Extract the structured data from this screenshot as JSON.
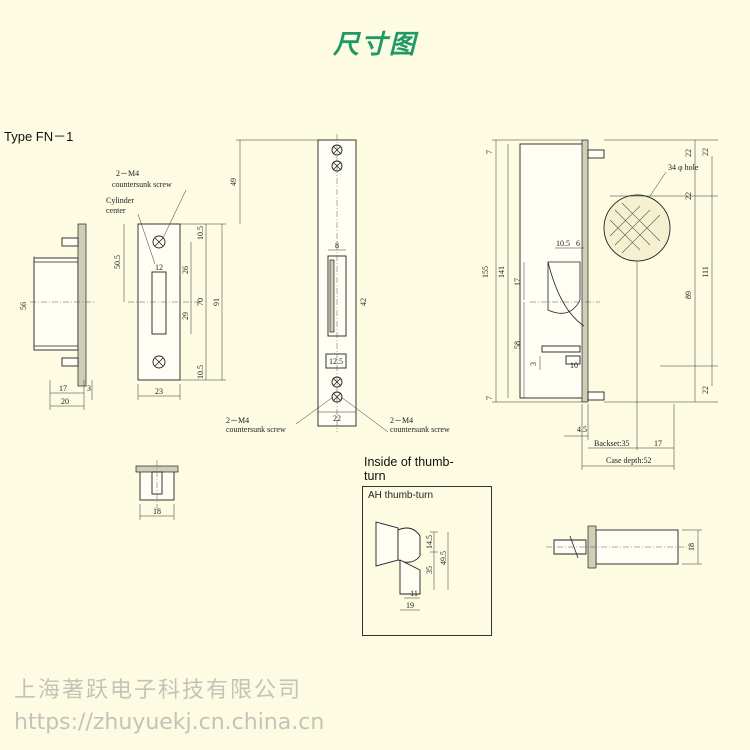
{
  "title": "尺寸图",
  "type_label": "Type FN－1",
  "annotations": {
    "m4_top": "2－M4",
    "m4_top_sub": "countersunk screw",
    "cylinder": "Cylinder",
    "cylinder_sub": "center",
    "m4_bl": "2－M4",
    "m4_bl_sub": "countersunk screw",
    "m4_br": "2－M4",
    "m4_br_sub": "countersunk screw",
    "hole": "34 φ hole",
    "backset": "Backset:35",
    "case_depth": "Case depth:52"
  },
  "inside": {
    "heading_line1": "Inside of thumb-",
    "heading_line2": "turn",
    "box_label": "AH thumb-turn"
  },
  "dims": {
    "d56": "56",
    "d17a": "17",
    "d3": "3",
    "d20": "20",
    "d50_5": "50.5",
    "d12": "12",
    "d26": "26",
    "d29": "29",
    "d70": "70",
    "d10_5a": "10.5",
    "d10_5b": "10.5",
    "d91": "91",
    "d49": "49",
    "d23": "23",
    "d8": "8",
    "d42": "42",
    "d12_5": "12.5",
    "d22a": "22",
    "d7a": "7",
    "d7b": "7",
    "d155": "155",
    "d141": "141",
    "d17b": "17",
    "d58": "58",
    "d3b": "3",
    "d10": "10",
    "d10_5c": "10.5",
    "d6": "6",
    "d22b": "22",
    "d22c": "22",
    "d89": "89",
    "d111": "111",
    "d22d": "22",
    "d22e": "22",
    "d4_5": "4.5",
    "d17c": "17",
    "d18a": "18",
    "d18b": "18",
    "d14_5": "14.5",
    "d35": "35",
    "d49_5": "49.5",
    "d11": "11",
    "d19": "19"
  },
  "watermark": {
    "company": "上海著跃电子科技有限公司",
    "url": "https://zhuyuekj.cn.china.cn"
  }
}
